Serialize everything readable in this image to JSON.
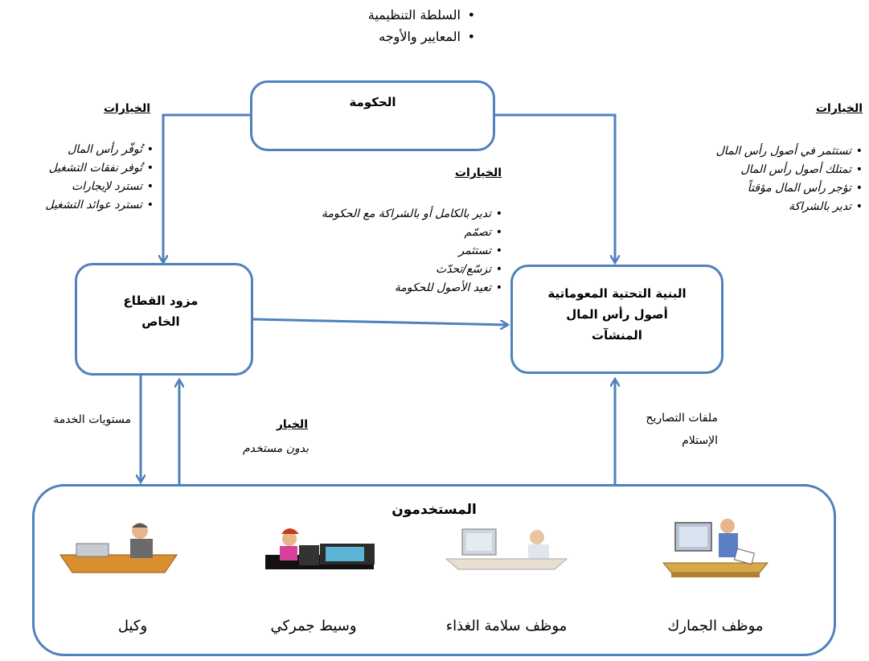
{
  "top_bullets": [
    "السلطة التنظيمية",
    "المعايير والأوجه"
  ],
  "nodes": {
    "government": "الحكومة",
    "private_provider": [
      "مزود القطاع",
      "الخاص"
    ],
    "infrastructure": [
      "البنية التحتية المعوماتية",
      "أصول رأس المال",
      "المنشآت"
    ],
    "users": "المستخدمون"
  },
  "left_options": {
    "heading": "الخيارات",
    "items": [
      "تُوفّر رأس المال",
      "تُوفر نفقات التشغيل",
      "تسترد لإيجارات",
      "تسترد عوائد التشغيل"
    ]
  },
  "middle_options": {
    "heading": "الخيارات",
    "items": [
      "تدير بالكامل أو بالشراكة مع الحكومة",
      "تصمّم",
      "تستثمر",
      "تزسّع/تحدّث",
      "تعيد الأصول للحكومة"
    ]
  },
  "right_options": {
    "heading": "الخيارات",
    "items": [
      "تستثمر في أصول رأس المال",
      "تمتلك أصول رأس المال",
      "تؤجر رأس المال مؤقتاً",
      "تدير بالشراكة"
    ]
  },
  "service_levels": "مستويات الخدمة",
  "choice": {
    "heading": "الخيار",
    "text": "بدون مستخدم"
  },
  "permits": [
    "ملفات التصاريح",
    "الإستلام"
  ],
  "user_types": [
    "موظف الجمارك",
    "موظف سلامة الغذاء",
    "وسيط جمركي",
    "وكيل"
  ],
  "colors": {
    "accent": "#4f81bd"
  }
}
